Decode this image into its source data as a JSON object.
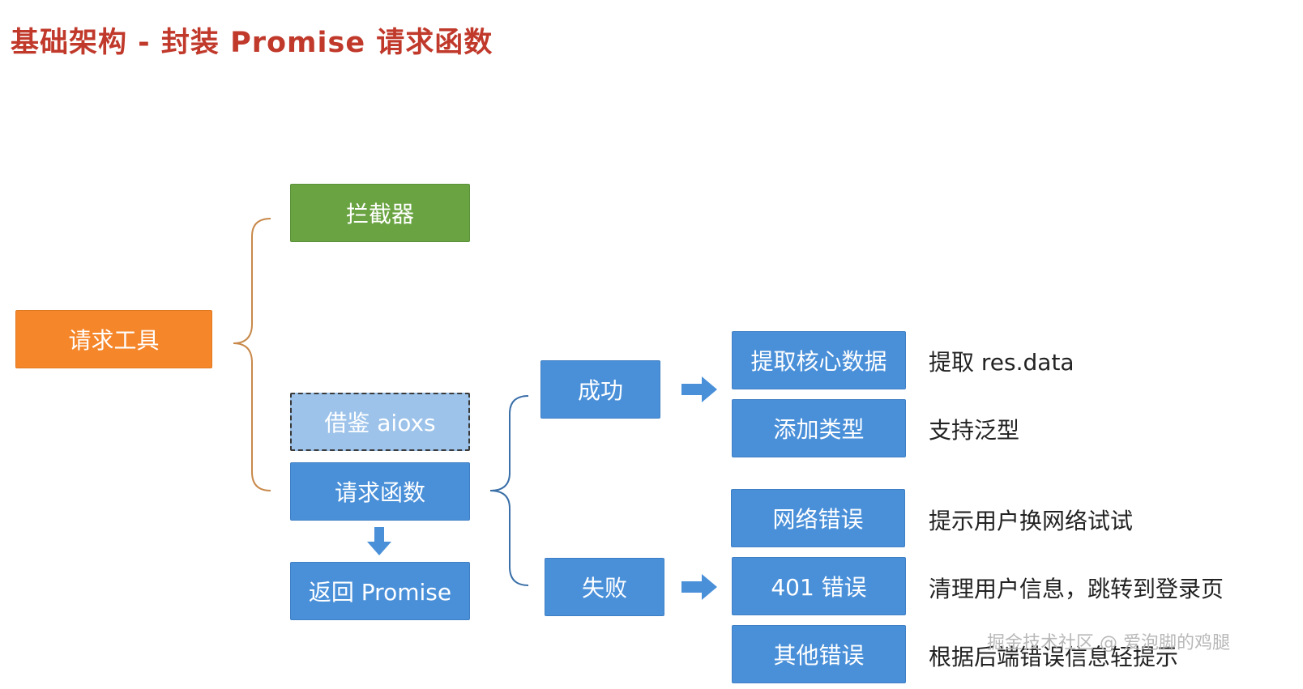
{
  "title": "基础架构 - 封装 Promise 请求函数",
  "nodes": {
    "request_tool": "请求工具",
    "interceptor": "拦截器",
    "reference_axios": "借鉴 aioxs",
    "request_function": "请求函数",
    "return_promise": "返回 Promise",
    "success": "成功",
    "failure": "失败",
    "extract_data": "提取核心数据",
    "add_types": "添加类型",
    "network_error": "网络错误",
    "error_401": "401 错误",
    "other_error": "其他错误"
  },
  "notes": {
    "extract_data": "提取 res.data",
    "add_types": "支持泛型",
    "network_error": "提示用户换网络试试",
    "error_401": "清理用户信息，跳转到登录页",
    "other_error": "根据后端错误信息轻提示"
  },
  "watermark": "掘金技术社区 @ 爱泡脚的鸡腿",
  "colors": {
    "title": "#c0392b",
    "blue": "#4a90d9",
    "green": "#6aa342",
    "orange": "#f5862a",
    "light_blue": "#9dc3ea",
    "brace_orange": "#c8894a",
    "brace_blue": "#3a6fa8"
  }
}
